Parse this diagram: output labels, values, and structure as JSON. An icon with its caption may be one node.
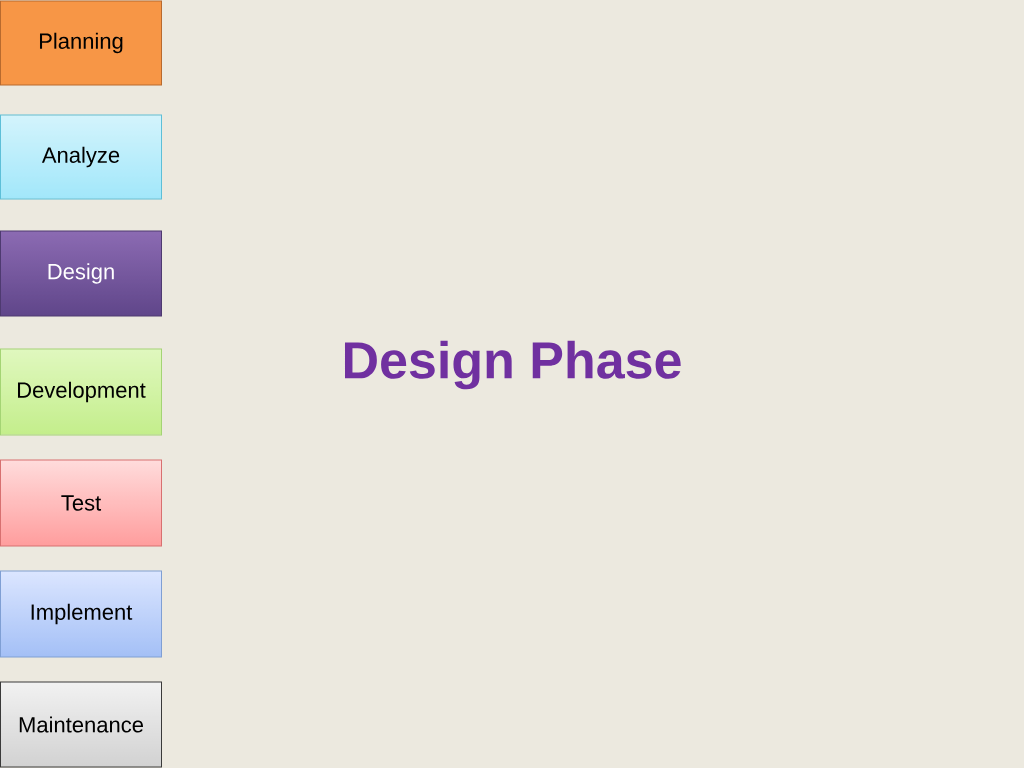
{
  "diagram": {
    "title": "Design Phase",
    "nodes": [
      {
        "text": [
          "Planning"
        ]
      },
      {
        "text": [
          "Analyze"
        ]
      },
      {
        "text": [
          "Design"
        ]
      },
      {
        "text": [
          "Development"
        ]
      },
      {
        "text": [
          "Test"
        ]
      },
      {
        "text": [
          "Implement"
        ]
      },
      {
        "text": [
          "Maintenance"
        ]
      }
    ]
  }
}
